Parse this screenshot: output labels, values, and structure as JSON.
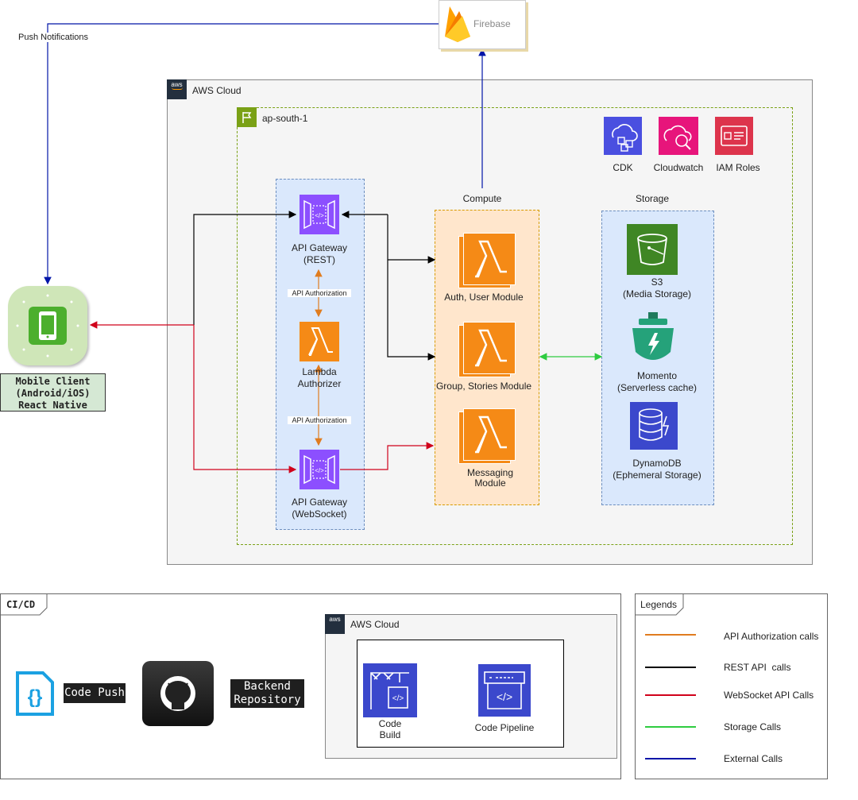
{
  "firebase": {
    "label": "Firebase"
  },
  "push_notifications": {
    "label": "Push Notifications"
  },
  "aws_cloud": {
    "label": "AWS Cloud"
  },
  "region": {
    "label": "ap-south-1"
  },
  "tools": [
    {
      "label": "CDK",
      "icon": "cdk-icon",
      "color": "#4a4fe0"
    },
    {
      "label": "Cloudwatch",
      "icon": "cloudwatch-icon",
      "color": "#e7157b"
    },
    {
      "label": "IAM Roles",
      "icon": "iam-icon",
      "color": "#dd344c"
    }
  ],
  "api_group": {
    "rest_gateway": {
      "line1": "API Gateway",
      "line2": "(REST)"
    },
    "authorizer": {
      "line1": "Lambda",
      "line2": "Authorizer"
    },
    "ws_gateway": {
      "line1": "API Gateway",
      "line2": "(WebSocket)"
    },
    "auth_label_1": "API Authorization",
    "auth_label_2": "API Authorization"
  },
  "compute": {
    "title": "Compute",
    "modules": [
      {
        "line1": "Auth, User Module",
        "line2": ""
      },
      {
        "line1": "Group, Stories Module",
        "line2": ""
      },
      {
        "line1": "Messaging",
        "line2": "Module"
      }
    ]
  },
  "storage": {
    "title": "Storage",
    "items": [
      {
        "line1": "S3",
        "line2": "(Media Storage)"
      },
      {
        "line1": "Momento",
        "line2": "(Serverless cache)"
      },
      {
        "line1": "DynamoDB",
        "line2": "(Ephemeral Storage)"
      }
    ]
  },
  "mobile": {
    "line1": "Mobile Client",
    "line2": "(Android/iOS)",
    "line3": "React Native"
  },
  "cicd": {
    "title": "CI/CD",
    "code_push": "Code Push",
    "backend_line1": "Backend",
    "backend_line2": "Repository",
    "aws_cloud": "AWS Cloud",
    "code_build_line1": "Code",
    "code_build_line2": "Build",
    "code_pipeline": "Code Pipeline"
  },
  "legends": {
    "title": "Legends",
    "items": [
      {
        "label": "API Authorization calls",
        "color": "#e07c1f"
      },
      {
        "label": "REST API  calls",
        "color": "#000000"
      },
      {
        "label": "WebSocket API Calls",
        "color": "#d0021b"
      },
      {
        "label": "Storage Calls",
        "color": "#2ecc40"
      },
      {
        "label": "External Calls",
        "color": "#0015a8"
      }
    ]
  }
}
